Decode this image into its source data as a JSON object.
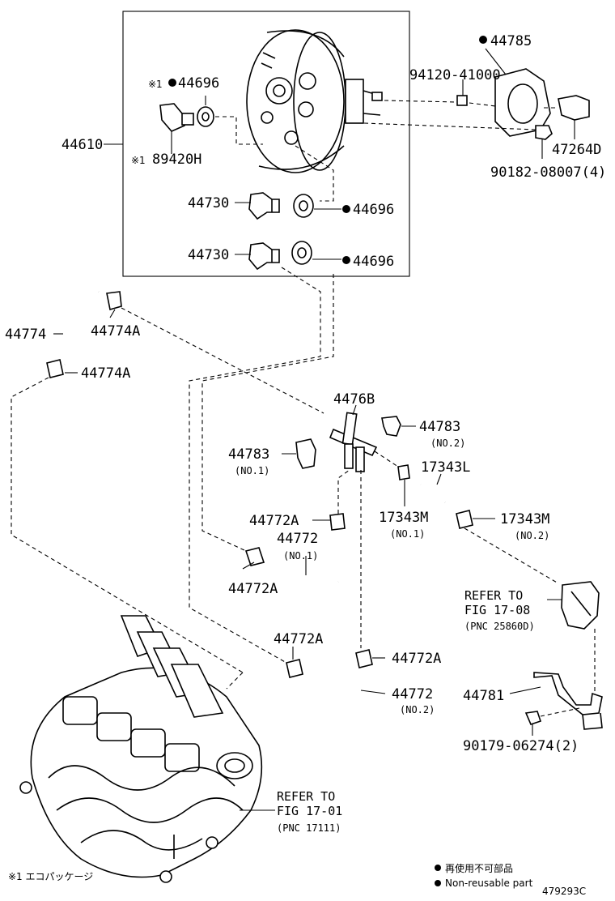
{
  "labels": {
    "p44785": "44785",
    "p94120": "94120-41000",
    "p44696_top": "44696",
    "p44610": "44610",
    "p89420h": "89420H",
    "p47264d": "47264D",
    "p90182": "90182-08007(4)",
    "p44730_a": "44730",
    "p44696_a": "44696",
    "p44730_b": "44730",
    "p44696_b": "44696",
    "p44774": "44774",
    "p44774a_top": "44774A",
    "p44774a_bottom": "44774A",
    "p4476b": "4476B",
    "p44783_no2": "44783",
    "p44783_no2_sub": "(NO.2)",
    "p44783_no1": "44783",
    "p44783_no1_sub": "(NO.1)",
    "p17343l": "17343L",
    "p17343m_no1": "17343M",
    "p17343m_no1_sub": "(NO.1)",
    "p17343m_no2": "17343M",
    "p17343m_no2_sub": "(NO.2)",
    "p44772a_1": "44772A",
    "p44772_no1": "44772",
    "p44772_no1_sub": "(NO.1)",
    "p44772a_2": "44772A",
    "p44772a_3": "44772A",
    "p44772a_4": "44772A",
    "p44772_no2": "44772",
    "p44772_no2_sub": "(NO.2)",
    "p44781": "44781",
    "p90179": "90179-06274(2)"
  },
  "marks": {
    "eco_mark": "※1",
    "eco_mark_89420": "※1"
  },
  "refs": {
    "ref1_line1": "REFER TO",
    "ref1_line2": "FIG 17-08",
    "ref1_line3": "(PNC 25860D)",
    "ref2_line1": "REFER TO",
    "ref2_line2": "FIG 17-01",
    "ref2_line3": "(PNC 17111)"
  },
  "footer": {
    "eco_note": "※1 エコパッケージ",
    "legend_jp": "再使用不可部品",
    "legend_en": "Non-reusable part",
    "diagram_id": "479293C"
  }
}
